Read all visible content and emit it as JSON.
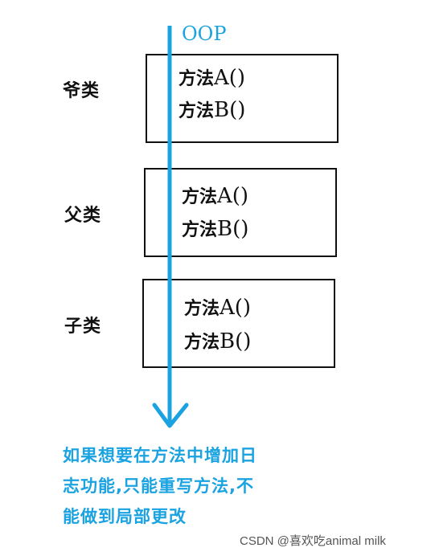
{
  "colors": {
    "accent": "#1aa3e0",
    "line": "#111111"
  },
  "arrow_label": "OOP",
  "classes": [
    {
      "label": "爷类",
      "methods": [
        {
          "cn": "方法",
          "en": "A()"
        },
        {
          "cn": "方法",
          "en": "B()"
        }
      ]
    },
    {
      "label": "父类",
      "methods": [
        {
          "cn": "方法",
          "en": "A()"
        },
        {
          "cn": "方法",
          "en": "B()"
        }
      ]
    },
    {
      "label": "子类",
      "methods": [
        {
          "cn": "方法",
          "en": "A()"
        },
        {
          "cn": "方法",
          "en": "B()"
        }
      ]
    }
  ],
  "note_lines": [
    "如果想要在方法中增加日",
    "志功能,只能重写方法,不",
    "能做到局部更改"
  ],
  "watermark": "CSDN @喜欢吃animal milk"
}
